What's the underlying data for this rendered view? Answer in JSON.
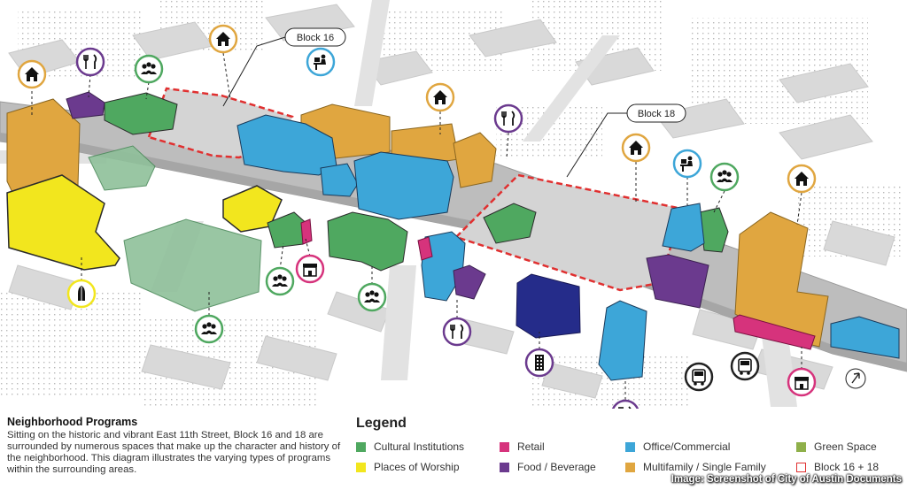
{
  "callouts": [
    {
      "id": "block16",
      "label": "Block 16"
    },
    {
      "id": "block18",
      "label": "Block 18"
    }
  ],
  "caption": {
    "title": "Neighborhood Programs",
    "body": "Sitting on the historic and vibrant East 11th Street, Block 16 and 18 are surrounded by numerous spaces that make up the character and history of the neighborhood. This diagram illustrates the varying types of programs within the surrounding areas."
  },
  "legend": {
    "title": "Legend",
    "items": [
      {
        "label": "Cultural Institutions",
        "color": "#4fa860",
        "kind": "fill"
      },
      {
        "label": "Places of Worship",
        "color": "#f2e61e",
        "kind": "fill"
      },
      {
        "label": "Retail",
        "color": "#d6337c",
        "kind": "fill"
      },
      {
        "label": "Food / Beverage",
        "color": "#6b3a8e",
        "kind": "fill"
      },
      {
        "label": "Office/Commercial",
        "color": "#3da6d8",
        "kind": "fill"
      },
      {
        "label": "Multifamily / Single Family",
        "color": "#e0a640",
        "kind": "fill"
      },
      {
        "label": "Green Space",
        "color": "#8fb04a",
        "kind": "fill"
      },
      {
        "label": "Block 16 + 18",
        "color": "#e03030",
        "kind": "outline"
      }
    ]
  },
  "program_colors": {
    "cultural": "#4fa860",
    "worship": "#f2e61e",
    "retail": "#d6337c",
    "food": "#6b3a8e",
    "office": "#3da6d8",
    "housing": "#e0a640",
    "green": "#8fb04a",
    "block_outline": "#e03030"
  },
  "icons": [
    {
      "name": "house-icon",
      "type": "house"
    },
    {
      "name": "house-icon",
      "type": "house"
    },
    {
      "name": "house-icon",
      "type": "house"
    },
    {
      "name": "house-icon",
      "type": "house"
    },
    {
      "name": "house-icon",
      "type": "house"
    },
    {
      "name": "food-icon",
      "type": "food"
    },
    {
      "name": "food-icon",
      "type": "food"
    },
    {
      "name": "food-icon",
      "type": "food"
    },
    {
      "name": "food-icon",
      "type": "food"
    },
    {
      "name": "people-icon",
      "type": "people"
    },
    {
      "name": "people-icon",
      "type": "people"
    },
    {
      "name": "people-icon",
      "type": "people"
    },
    {
      "name": "people-icon",
      "type": "people"
    },
    {
      "name": "people-icon",
      "type": "people"
    },
    {
      "name": "office-desk-icon",
      "type": "office"
    },
    {
      "name": "office-desk-icon",
      "type": "office"
    },
    {
      "name": "worship-hands-icon",
      "type": "worship"
    },
    {
      "name": "retail-store-icon",
      "type": "retail"
    },
    {
      "name": "retail-store-icon",
      "type": "retail"
    },
    {
      "name": "office-building-icon",
      "type": "building"
    },
    {
      "name": "bus-icon",
      "type": "bus"
    },
    {
      "name": "bus-icon",
      "type": "bus"
    }
  ],
  "credit": "Image: Screenshot of City of Austin Documents"
}
